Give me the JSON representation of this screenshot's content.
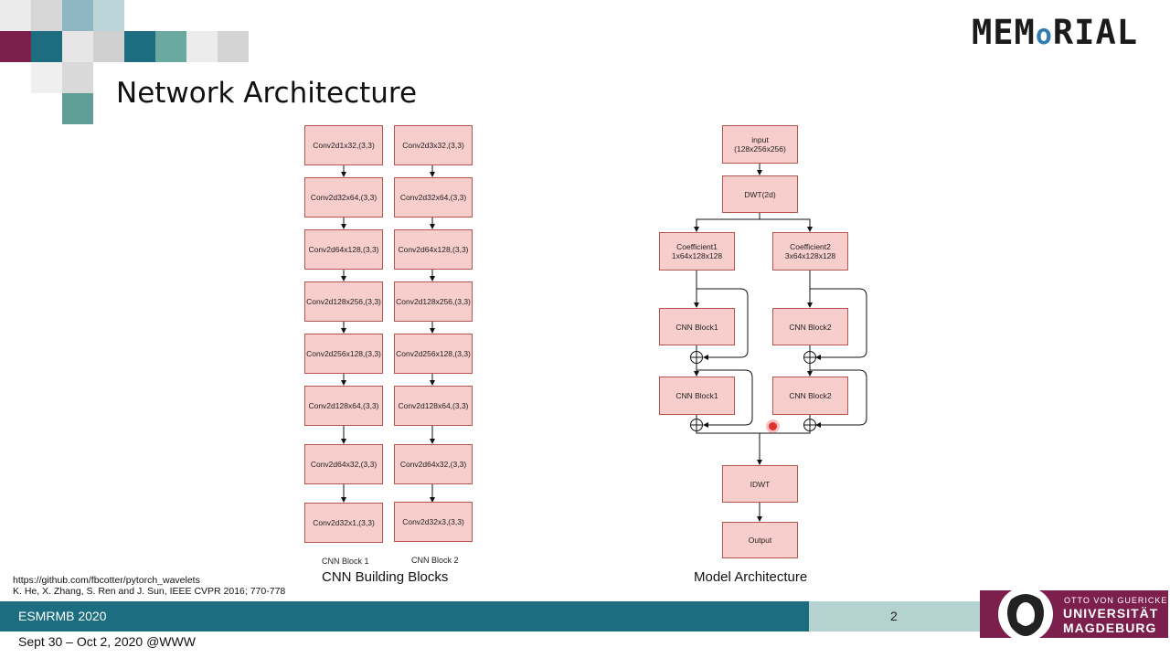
{
  "slide": {
    "title": "Network Architecture",
    "logo": {
      "pre": "MEM",
      "o": "o",
      "post": "RIAL"
    }
  },
  "cnn_block1": {
    "label": "CNN Block 1",
    "layers": [
      {
        "name": "Conv2d",
        "params": "1x32,(3,3)"
      },
      {
        "name": "Conv2d",
        "params": "32x64,(3,3)"
      },
      {
        "name": "Conv2d",
        "params": "64x128,(3,3)"
      },
      {
        "name": "Conv2d",
        "params": "128x256,(3,3)"
      },
      {
        "name": "Conv2d",
        "params": "256x128,(3,3)"
      },
      {
        "name": "Conv2d",
        "params": "128x64,(3,3)"
      },
      {
        "name": "Conv2d",
        "params": "64x32,(3,3)"
      },
      {
        "name": "Conv2d",
        "params": "32x1,(3,3)"
      }
    ]
  },
  "cnn_block2": {
    "label": "CNN Block 2",
    "layers": [
      {
        "name": "Conv2d",
        "params": "3x32,(3,3)"
      },
      {
        "name": "Conv2d",
        "params": "32x64,(3,3)"
      },
      {
        "name": "Conv2d",
        "params": "64x128,(3,3)"
      },
      {
        "name": "Conv2d",
        "params": "128x256,(3,3)"
      },
      {
        "name": "Conv2d",
        "params": "256x128,(3,3)"
      },
      {
        "name": "Conv2d",
        "params": "128x64,(3,3)"
      },
      {
        "name": "Conv2d",
        "params": "64x32,(3,3)"
      },
      {
        "name": "Conv2d",
        "params": "32x3,(3,3)"
      }
    ]
  },
  "left_caption": "CNN Building Blocks",
  "model": {
    "input": "input\n(128x256x256)",
    "dwt": "DWT(2d)",
    "coef1": "Coefficient1\n1x64x128x128",
    "coef2": "Coefficient2\n3x64x128x128",
    "cnn1a": "CNN Block1",
    "cnn1b": "CNN Block1",
    "cnn2a": "CNN Block2",
    "cnn2b": "CNN Block2",
    "idwt": "IDWT",
    "output": "Output",
    "caption": "Model Architecture"
  },
  "references": [
    "https://github.com/fbcotter/pytorch_wavelets",
    "K. He, X. Zhang, S. Ren and J. Sun, IEEE CVPR 2016; 770-778"
  ],
  "footer": {
    "conference": "ESMRMB 2020",
    "page": "2",
    "date": "Sept 30 – Oct 2, 2020 @WWW"
  },
  "university": {
    "line1": "OTTO VON GUERICKE",
    "line2": "UNIVERSITÄT",
    "line3": "MAGDEBURG"
  },
  "colors": {
    "box_fill": "#f8cecc",
    "box_stroke": "#b85450",
    "footer_teal": "#1c6d80",
    "footer_light": "#b4d2cf",
    "university_purple": "#7c1f4d"
  }
}
